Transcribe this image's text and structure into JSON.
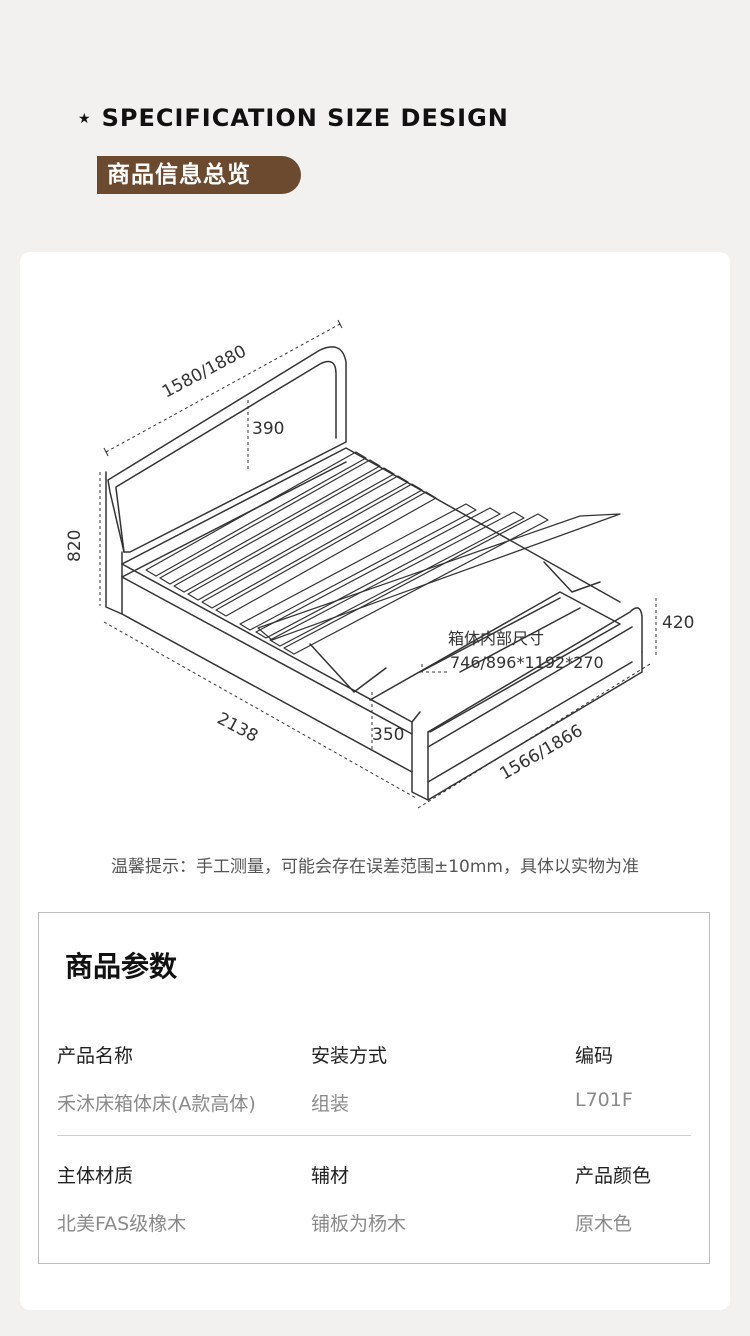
{
  "header": {
    "en_title": "SPECIFICATION SIZE DESIGN",
    "cn_title": "商品信息总览"
  },
  "diagram": {
    "dim_headboard_width": "1580/1880",
    "dim_headboard_inset": "390",
    "dim_headboard_height": "820",
    "dim_length": "2138",
    "dim_side_height": "350",
    "dim_box_height": "420",
    "dim_width": "1566/1866",
    "box_label": "箱体内部尺寸",
    "box_size": "746/896*1192*270"
  },
  "note": "温馨提示：手工测量，可能会存在误差范围±10mm，具体以实物为准",
  "params": {
    "title": "商品参数",
    "rows": [
      [
        {
          "label": "产品名称",
          "value": "禾沐床箱体床(A款高体)"
        },
        {
          "label": "安装方式",
          "value": "组装"
        },
        {
          "label": "编码",
          "value": "L701F"
        }
      ],
      [
        {
          "label": "主体材质",
          "value": "北美FAS级橡木"
        },
        {
          "label": "辅材",
          "value": "铺板为杨木"
        },
        {
          "label": "产品颜色",
          "value": "原木色"
        }
      ]
    ]
  },
  "colors": {
    "badge": "#6b4a2f",
    "line": "#333333"
  }
}
